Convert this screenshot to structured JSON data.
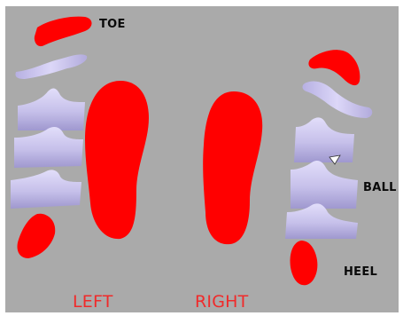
{
  "viewport": {
    "background": "#aaaaaa",
    "part_colors": {
      "insole": "#ff0000",
      "lavender_part": "#c9c3ea"
    }
  },
  "labels": {
    "toe": "TOE",
    "ball": "BALL",
    "heel": "HEEL",
    "left": "LEFT",
    "right": "RIGHT"
  },
  "cursor": {
    "icon": "arrow-cursor-icon"
  }
}
